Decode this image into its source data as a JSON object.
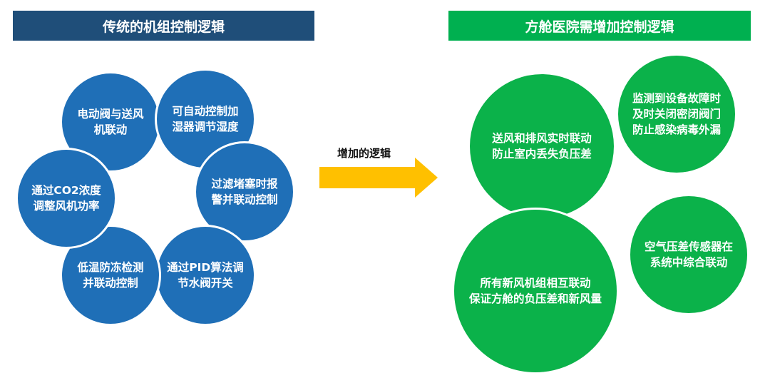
{
  "left_banner": {
    "title": "传统的机组控制逻辑"
  },
  "right_banner": {
    "title": "方舱医院需增加控制逻辑"
  },
  "traditional_logic": [
    {
      "text": "电动阀与送风\n机联动"
    },
    {
      "text": "可自动控制加\n湿器调节湿度"
    },
    {
      "text": "过滤堵塞时报\n警并联动控制"
    },
    {
      "text": "通过PID算法调\n节水阀开关"
    },
    {
      "text": "低温防冻检测\n并联动控制"
    },
    {
      "text": "通过CO2浓度\n调整风机功率"
    }
  ],
  "arrow": {
    "label": "增加的逻辑"
  },
  "added_logic": [
    {
      "text": "送风和排风实时联动\n防止室内丢失负压差"
    },
    {
      "text": "监测到设备故障时\n及时关闭密闭阀门\n防止感染病毒外漏"
    },
    {
      "text": "所有新风机组相互联动\n保证方舱的负压差和新风量"
    },
    {
      "text": "空气压差传感器在\n系统中综合联动"
    }
  ],
  "colors": {
    "left_banner": "#1f4e79",
    "right_banner": "#00b050",
    "blue_circle": "#1f6fb7",
    "green_circle": "#0bb24a",
    "arrow": "#ffc000"
  }
}
